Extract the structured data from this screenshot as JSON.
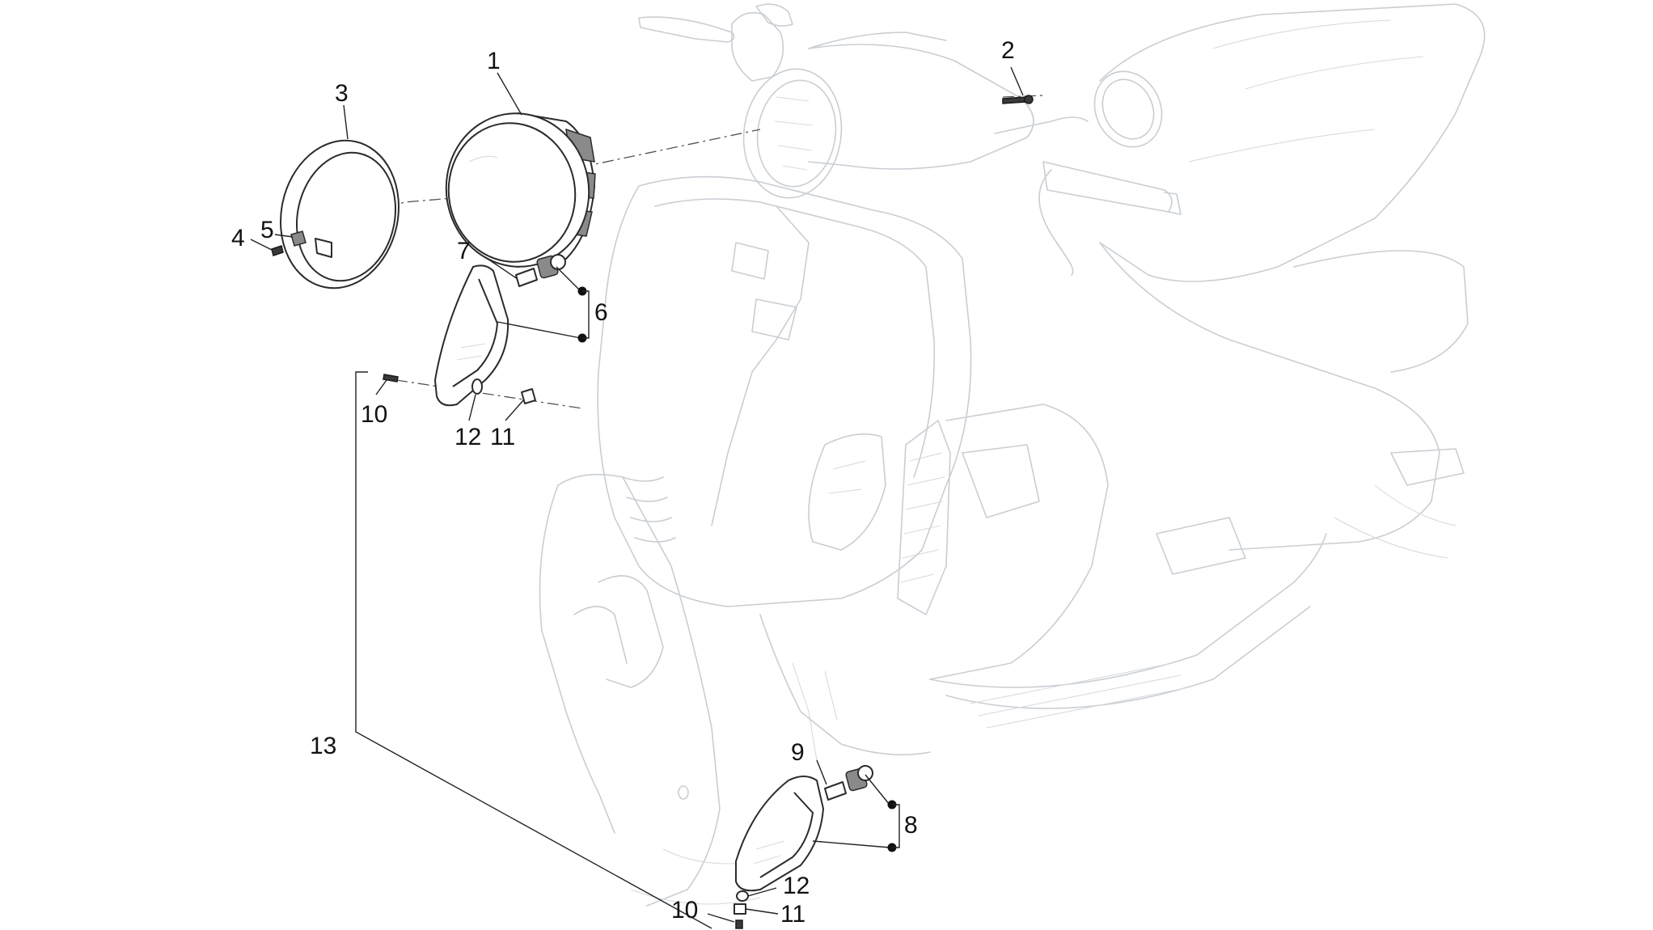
{
  "callouts": [
    {
      "id": "c1",
      "label": "1"
    },
    {
      "id": "c2",
      "label": "2"
    },
    {
      "id": "c3",
      "label": "3"
    },
    {
      "id": "c4",
      "label": "4"
    },
    {
      "id": "c5",
      "label": "5"
    },
    {
      "id": "c6",
      "label": "6"
    },
    {
      "id": "c7",
      "label": "7"
    },
    {
      "id": "c8",
      "label": "8"
    },
    {
      "id": "c9",
      "label": "9"
    },
    {
      "id": "c10a",
      "label": "10"
    },
    {
      "id": "c10b",
      "label": "10"
    },
    {
      "id": "c11a",
      "label": "11"
    },
    {
      "id": "c11b",
      "label": "11"
    },
    {
      "id": "c12a",
      "label": "12"
    },
    {
      "id": "c12b",
      "label": "12"
    },
    {
      "id": "c13",
      "label": "13"
    }
  ],
  "colors": {
    "background": "#ffffff",
    "ghost_outline": "#c9ced3",
    "part_outline": "#2b2b2b",
    "label_text": "#111111"
  }
}
